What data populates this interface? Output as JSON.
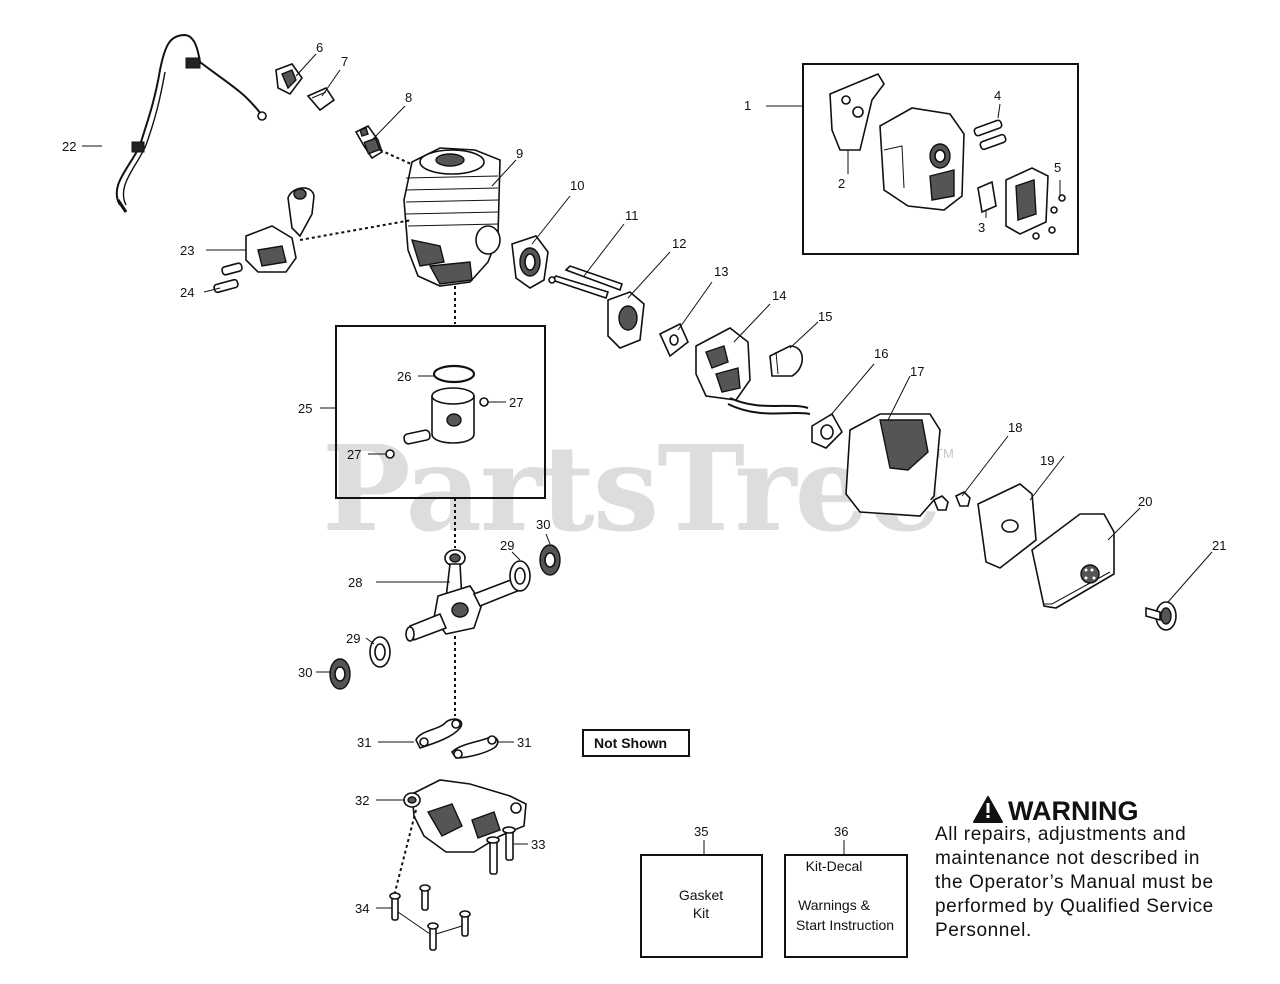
{
  "watermark": {
    "text": "PartsTree",
    "trademark": "TM"
  },
  "callouts": {
    "c1": "1",
    "c2": "2",
    "c3": "3",
    "c4": "4",
    "c5": "5",
    "c6": "6",
    "c7": "7",
    "c8": "8",
    "c9": "9",
    "c10": "10",
    "c11": "11",
    "c12": "12",
    "c13": "13",
    "c14": "14",
    "c15": "15",
    "c16": "16",
    "c17": "17",
    "c18": "18",
    "c19": "19",
    "c20": "20",
    "c21": "21",
    "c22": "22",
    "c23": "23",
    "c24": "24",
    "c25": "25",
    "c26": "26",
    "c27a": "27",
    "c27b": "27",
    "c28": "28",
    "c29a": "29",
    "c29b": "29",
    "c30a": "30",
    "c30b": "30",
    "c31a": "31",
    "c31b": "31",
    "c32": "32",
    "c33": "33",
    "c34": "34",
    "c35": "35",
    "c36": "36"
  },
  "not_shown": "Not Shown",
  "gasket_box": {
    "line1": "Gasket",
    "line2": "Kit"
  },
  "decal_box": {
    "title": "Kit-Decal",
    "line1": "Warnings &",
    "line2": "Start Instruction"
  },
  "warning": {
    "title": "WARNING",
    "lines": [
      "All repairs, adjustments and",
      "maintenance not described in",
      "the Operator’s Manual must be",
      "performed by Qualified Service",
      "Personnel."
    ]
  }
}
